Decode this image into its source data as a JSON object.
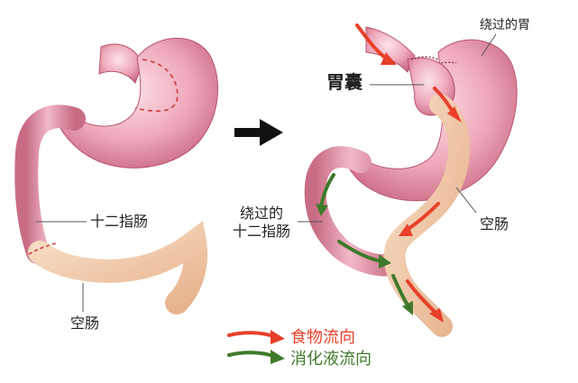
{
  "labels": {
    "duodenum": "十二指肠",
    "jejunum_left": "空肠",
    "bypassed_stomach": "绕过的胃",
    "gastric_pouch": "胃囊",
    "bypassed_duodenum_line1": "绕过的",
    "bypassed_duodenum_line2": "十二指肠",
    "jejunum_right": "空肠"
  },
  "legend": {
    "food_flow": "食物流向",
    "digestive_fluid_flow": "消化液流向"
  },
  "colors": {
    "food_arrow": "#e8402a",
    "fluid_arrow": "#3f7a2a",
    "stomach": "#e79aae",
    "stomach_dark": "#c9647f",
    "intestine": "#efc7a4",
    "dashed_line": "#d23a3a",
    "transition_arrow": "#111111"
  }
}
